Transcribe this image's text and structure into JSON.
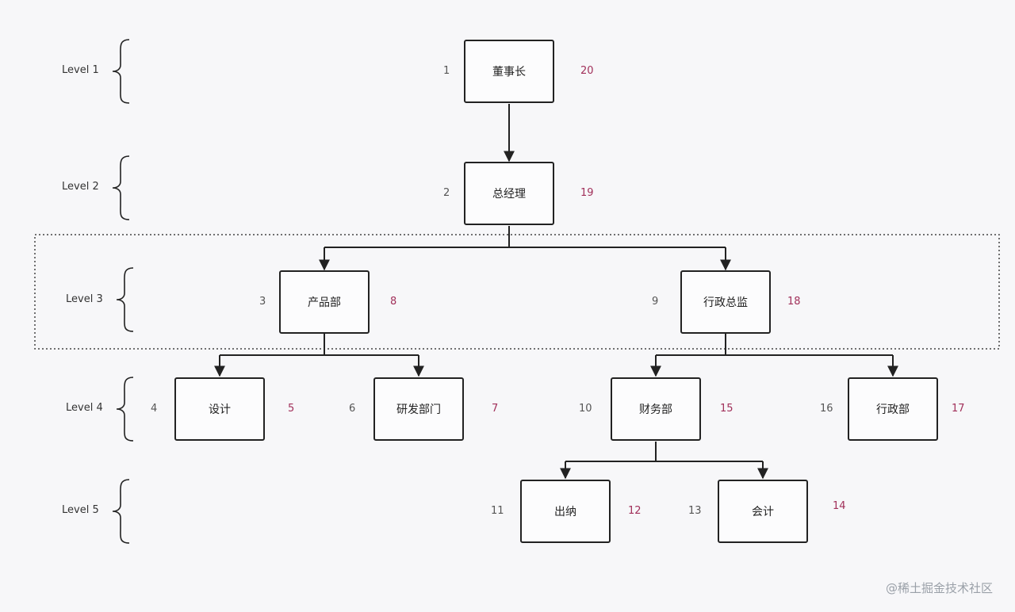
{
  "levels": [
    {
      "label": "Level 1"
    },
    {
      "label": "Level 2"
    },
    {
      "label": "Level 3"
    },
    {
      "label": "Level 4"
    },
    {
      "label": "Level 5"
    }
  ],
  "nodes": [
    {
      "id": "n1",
      "label": "董事长",
      "left": "1",
      "right": "20"
    },
    {
      "id": "n2",
      "label": "总经理",
      "left": "2",
      "right": "19"
    },
    {
      "id": "n3",
      "label": "产品部",
      "left": "3",
      "right": "8"
    },
    {
      "id": "n4",
      "label": "行政总监",
      "left": "9",
      "right": "18"
    },
    {
      "id": "n5",
      "label": "设计",
      "left": "4",
      "right": "5"
    },
    {
      "id": "n6",
      "label": "研发部门",
      "left": "6",
      "right": "7"
    },
    {
      "id": "n7",
      "label": "财务部",
      "left": "10",
      "right": "15"
    },
    {
      "id": "n8",
      "label": "行政部",
      "left": "16",
      "right": "17"
    },
    {
      "id": "n9",
      "label": "出纳",
      "left": "11",
      "right": "12"
    },
    {
      "id": "n10",
      "label": "会计",
      "left": "13",
      "right": "14"
    }
  ],
  "colors": {
    "line": "#222222",
    "left_number": "#555555",
    "right_number": "#a1305a",
    "highlight_border": "#444444"
  },
  "watermark": "@稀土掘金技术社区"
}
